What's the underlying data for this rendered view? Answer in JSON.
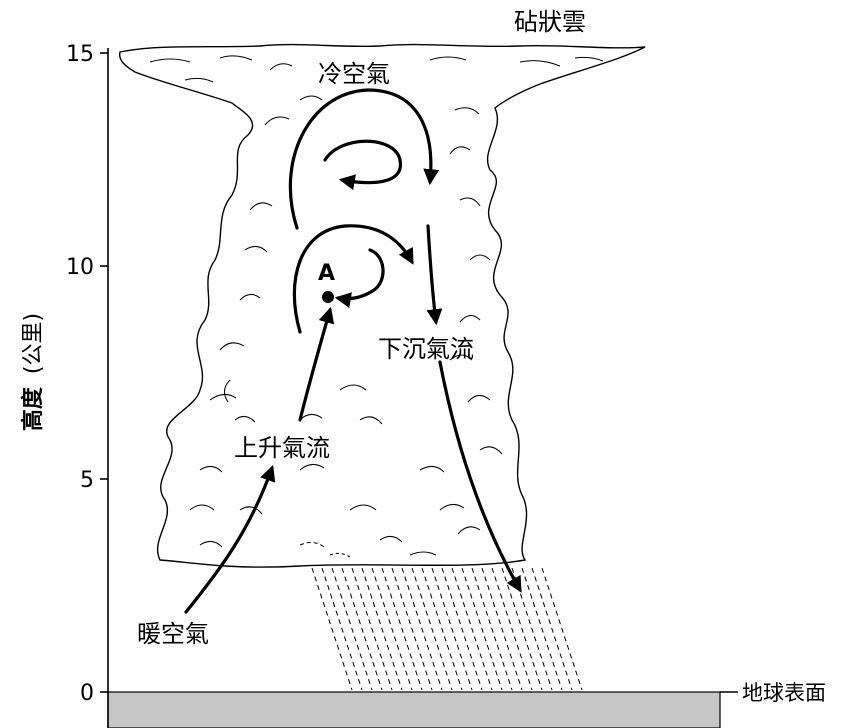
{
  "y_axis": {
    "label_bold": "高度",
    "label_unit": "(公里)",
    "ticks": [
      "0",
      "5",
      "10",
      "15"
    ]
  },
  "labels": {
    "anvil_cloud": "砧狀雲",
    "cold_air": "冷空氣",
    "warm_air": "暖空氣",
    "updraft": "上升氣流",
    "downdraft": "下沉氣流",
    "ground": "地球表面",
    "point": "A"
  }
}
